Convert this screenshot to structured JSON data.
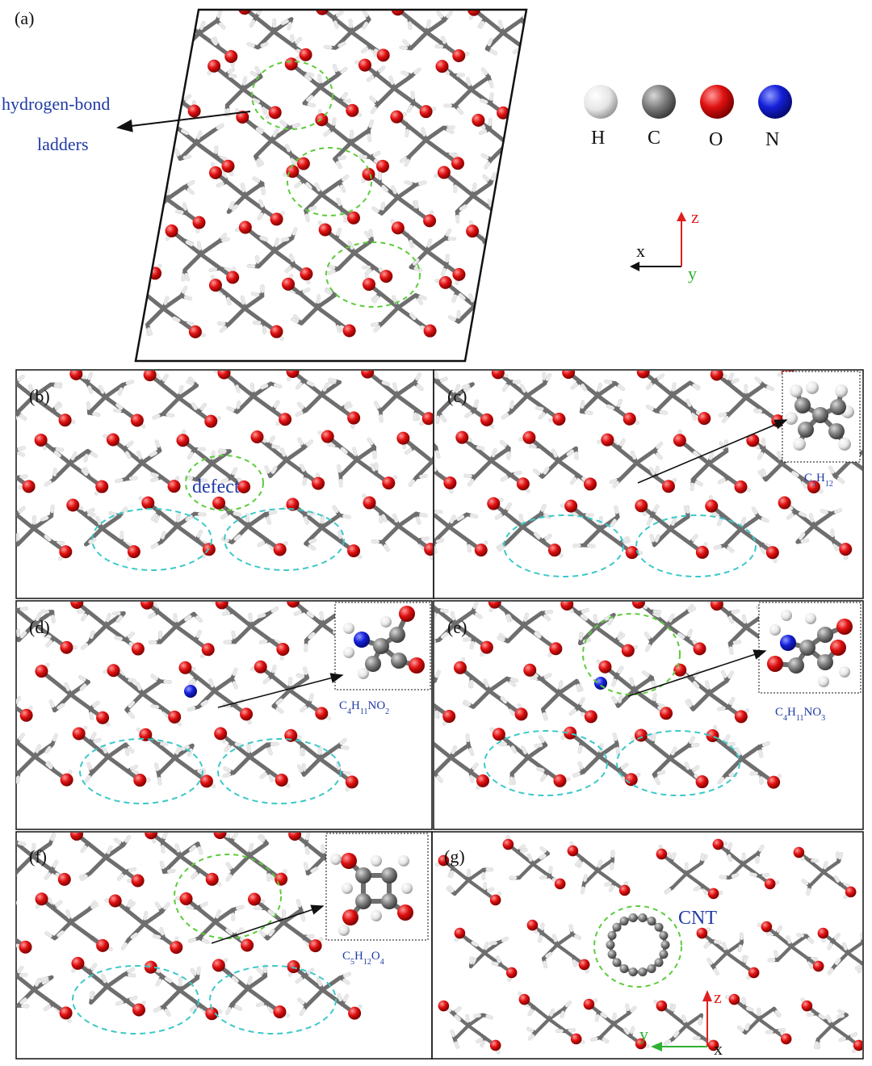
{
  "figure": {
    "panels": [
      {
        "id": "a",
        "label": "(a)"
      },
      {
        "id": "b",
        "label": "(b)"
      },
      {
        "id": "c",
        "label": "(c)"
      },
      {
        "id": "d",
        "label": "(d)"
      },
      {
        "id": "e",
        "label": "(e)"
      },
      {
        "id": "f",
        "label": "(f)"
      },
      {
        "id": "g",
        "label": "(g)"
      }
    ],
    "annotations": {
      "hbond_line1": "hydrogen-bond",
      "hbond_line2": "ladders",
      "defect": "defect",
      "cnt": "CNT"
    },
    "legend": [
      {
        "symbol": "H",
        "color": "#f2f2f2"
      },
      {
        "symbol": "C",
        "color": "#8a8a8a"
      },
      {
        "symbol": "O",
        "color": "#e01010"
      },
      {
        "symbol": "N",
        "color": "#1420d8"
      }
    ],
    "axes_top": {
      "x": "x",
      "z": "z",
      "y": "y"
    },
    "axes_bottom": {
      "z": "z",
      "y": "y",
      "x": "x"
    },
    "formulas": {
      "c": "C5H12",
      "d": "C4H11NO2",
      "e": "C4H11NO3",
      "f": "C5H12O4"
    },
    "colors": {
      "oxygen": "#e01010",
      "carbon": "#7c7c7c",
      "hydrogen": "#f0f0f0",
      "nitrogen": "#1420d8",
      "ladder_circle": "#5ccc3c",
      "hbond_circle": "#3cc8c8",
      "annotation": "#1f3aa6",
      "axis_z": "#e02020",
      "axis_y": "#30b030"
    }
  }
}
